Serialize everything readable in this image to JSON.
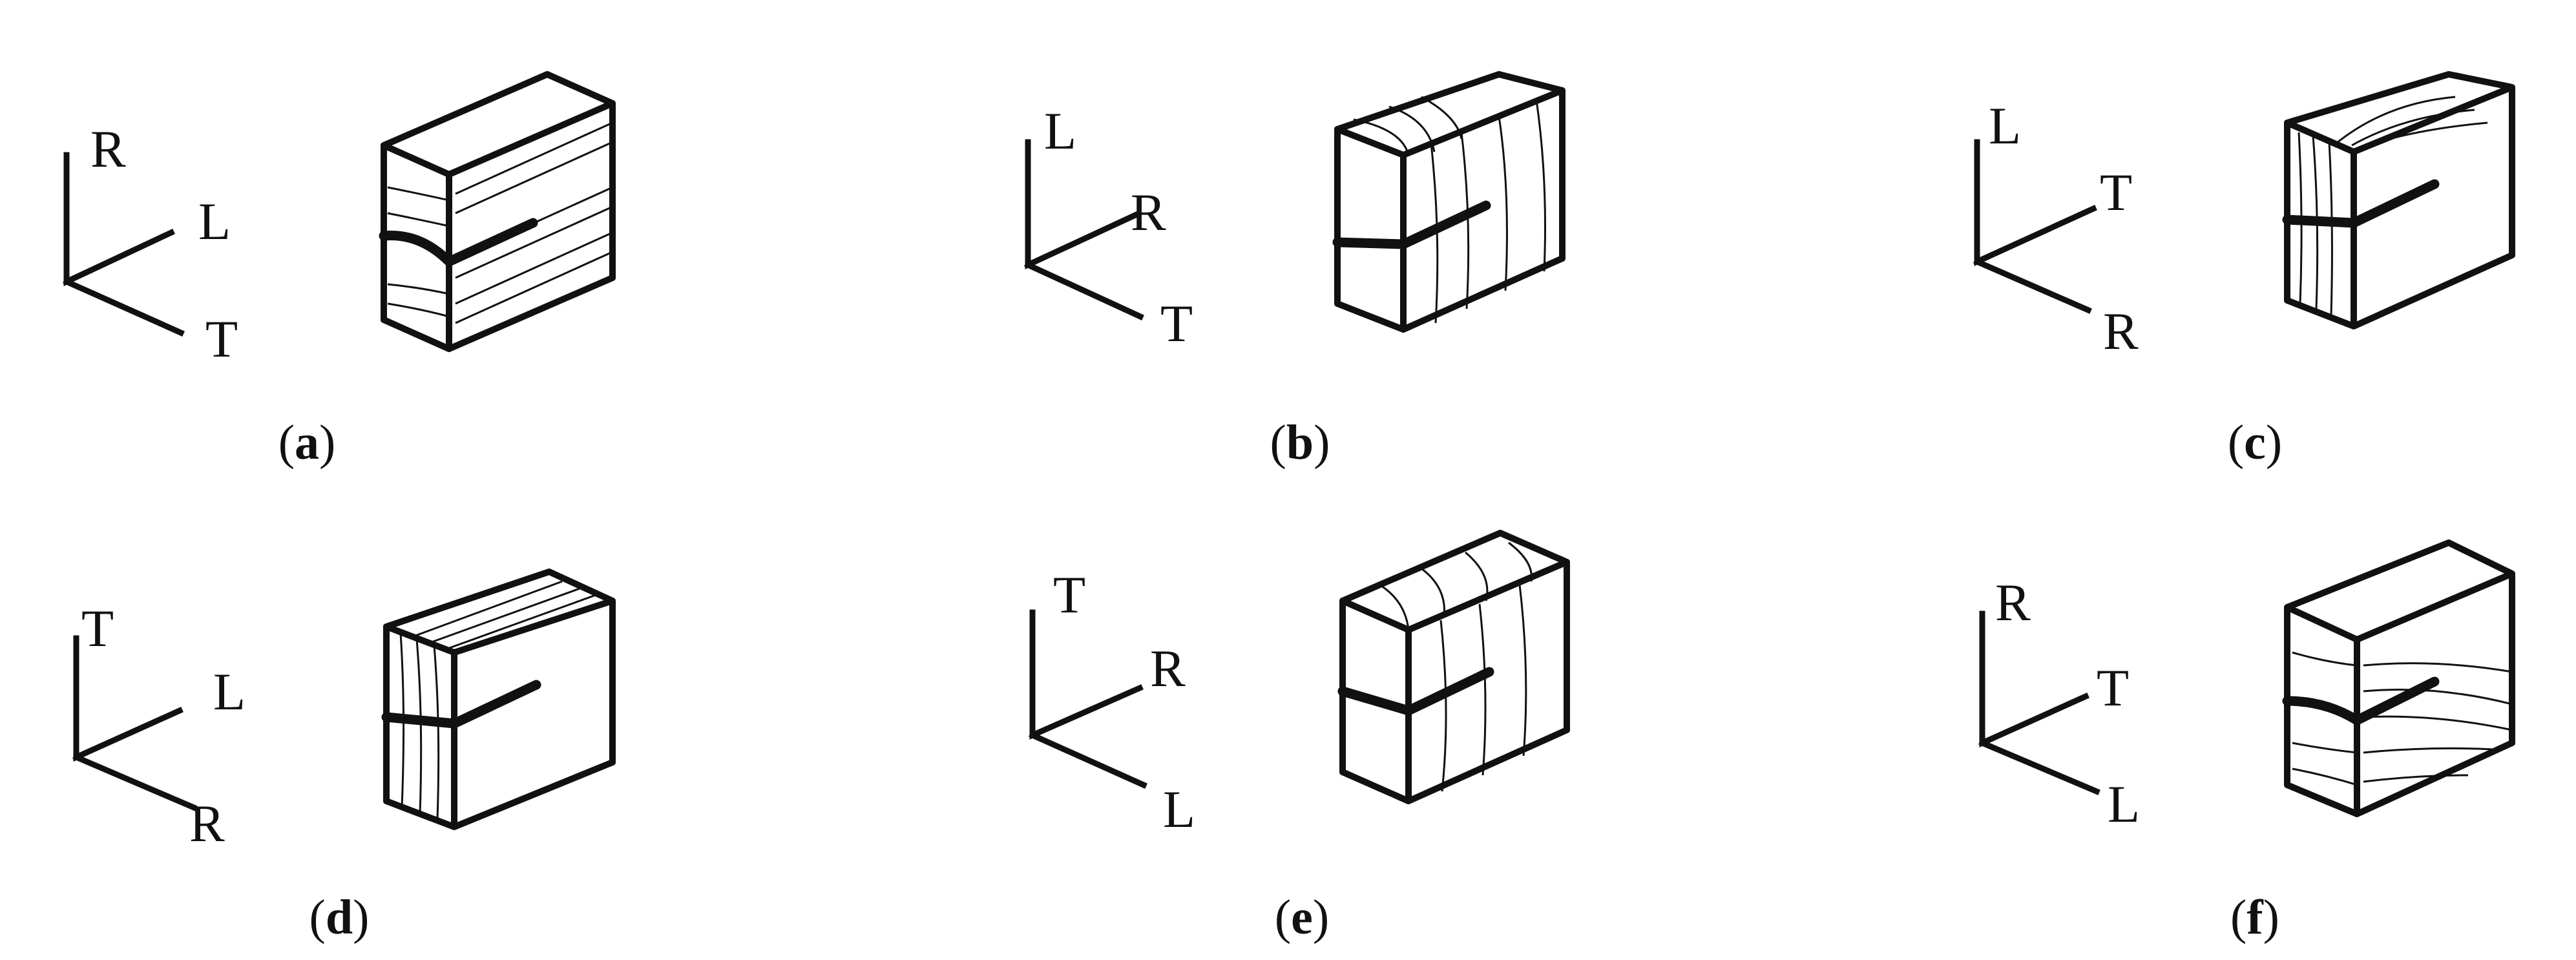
{
  "panels": [
    {
      "id": "a",
      "caption": "a",
      "axes": {
        "vertical": "R",
        "diagonal_up": "L",
        "diagonal_down": "T"
      }
    },
    {
      "id": "b",
      "caption": "b",
      "axes": {
        "vertical": "L",
        "diagonal_up": "R",
        "diagonal_down": "T"
      }
    },
    {
      "id": "c",
      "caption": "c",
      "axes": {
        "vertical": "L",
        "diagonal_up": "T",
        "diagonal_down": "R"
      }
    },
    {
      "id": "d",
      "caption": "d",
      "axes": {
        "vertical": "T",
        "diagonal_up": "L",
        "diagonal_down": "R"
      }
    },
    {
      "id": "e",
      "caption": "e",
      "axes": {
        "vertical": "T",
        "diagonal_up": "R",
        "diagonal_down": "L"
      }
    },
    {
      "id": "f",
      "caption": "f",
      "axes": {
        "vertical": "R",
        "diagonal_up": "T",
        "diagonal_down": "L"
      }
    }
  ],
  "paren_open": "(",
  "paren_close": ")"
}
